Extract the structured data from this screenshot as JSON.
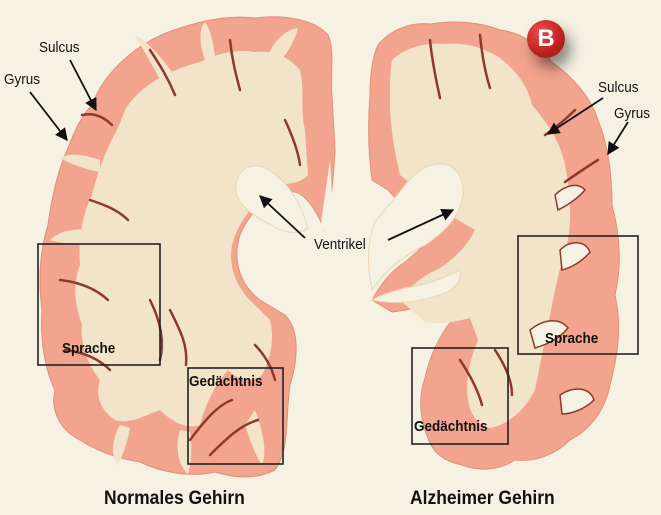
{
  "figure": {
    "badge": "B",
    "normal": {
      "caption": "Normales Gehirn",
      "sulcus": "Sulcus",
      "gyrus": "Gyrus",
      "box_language": "Sprache",
      "box_memory": "Gedächtnis"
    },
    "alzheimer": {
      "caption": "Alzheimer Gehirn",
      "sulcus": "Sulcus",
      "gyrus": "Gyrus",
      "box_language": "Sprache",
      "box_memory": "Gedächtnis"
    },
    "ventricle": "Ventrikel"
  },
  "colors": {
    "background": "#f5f2e4",
    "cortex": "#f3a48f",
    "white_matter": "#f2e4c8",
    "sulcus_shadow": "#8c3a2e",
    "badge": "#c0241f"
  }
}
